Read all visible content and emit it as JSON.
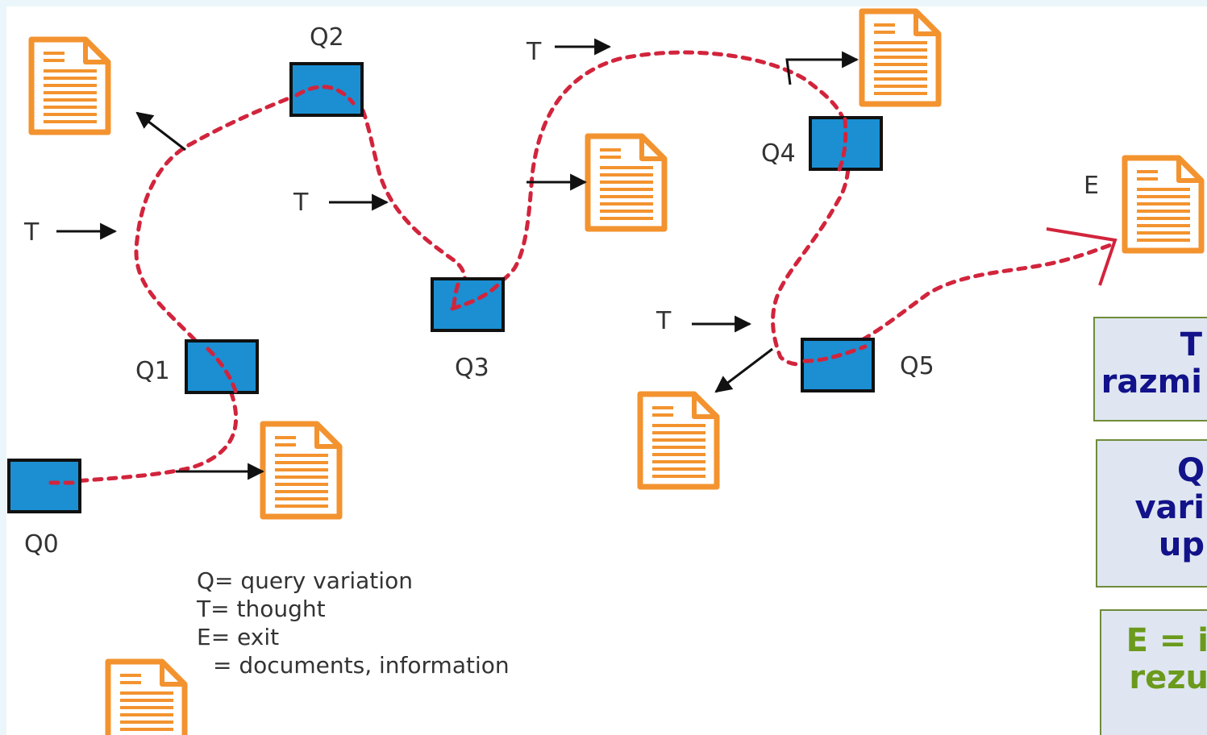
{
  "nodes": {
    "q0": "Q0",
    "q1": "Q1",
    "q2": "Q2",
    "q3": "Q3",
    "q4": "Q4",
    "q5": "Q5",
    "e": "E"
  },
  "thought_label": "T",
  "legend": {
    "line1": "Q= query  variation",
    "line2": "T= thought",
    "line3": "E= exit",
    "line4": "= documents, information"
  },
  "callouts": {
    "t": {
      "line1": "T",
      "line2": "razmi"
    },
    "q": {
      "line1": "Q",
      "line2": "vari",
      "line3": "up"
    },
    "e": {
      "line1": "E = i",
      "line2": "rezu"
    }
  },
  "colors": {
    "query_box": "#1b8fd2",
    "document": "#f3932f",
    "path": "#d2243c",
    "exit_arrow": "#d2243c",
    "callout_bg": "#dfe6f1",
    "callout_border": "#6f8c3a",
    "callout_text_blue": "#12128a",
    "callout_text_green": "#6b9a1c"
  },
  "icons": {
    "document": "document-icon",
    "query": "query-box-icon"
  }
}
